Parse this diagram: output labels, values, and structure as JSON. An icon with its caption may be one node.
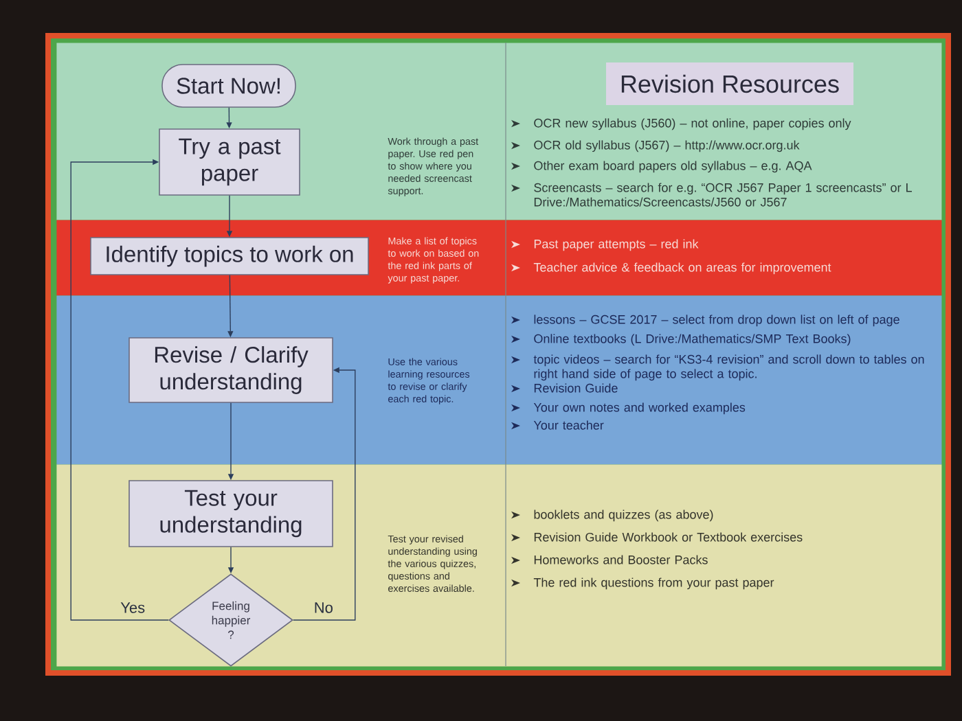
{
  "diagram": {
    "nodes": [
      {
        "text": [
          "Work through a past paper. Use red pen to show where you needed screencast support.",
          "OCR new syllabus (J560) – not online, paper copies only",
          "OCR old syllabus (J567) – http://www.ocr.org.uk",
          "Other exam board papers old syllabus – e.g. AQA",
          "Screencasts – search for e.g. “OCR J567 Paper 1 screencasts” or L Drive:/Mathematics/Screencasts/J560 or J567"
        ]
      },
      {
        "text": [
          "Start Now!"
        ],
        "in": 0
      },
      {
        "text": [
          "Revision Resources"
        ],
        "in": 0
      },
      {
        "text": [
          "Try a past paper"
        ],
        "in": 0
      },
      {
        "text": [
          "Make a list of topics to work on based on the red ink parts of your past paper.",
          "Past paper attempts – red ink",
          "Teacher advice & feedback on areas for improvement"
        ]
      },
      {
        "text": [
          "Identify topics to work on"
        ],
        "in": 4
      },
      {
        "text": [
          "Use the various learning resources to revise or clarify each red topic.",
          "lessons – GCSE 2017 – select from drop down list on left of page",
          "Online textbooks (L Drive:/Mathematics/SMP Text Books)",
          "topic videos – search for “KS3-4 revision” and scroll down to tables on right hand side of page to select a topic.",
          "Revision Guide",
          "Your own notes and worked examples",
          "Your teacher"
        ]
      },
      {
        "text": [
          "Revise / Clarify understanding"
        ],
        "in": 6
      },
      {
        "text": [
          "Test your revised understanding using the various quizzes, questions and exercises available.",
          "booklets and quizzes (as above)",
          "Revision Guide Workbook or Textbook exercises",
          "Homeworks and Booster Packs",
          "The red ink questions from your past paper"
        ]
      },
      {
        "text": [
          "Test your understanding"
        ],
        "in": 8
      },
      {
        "text": [
          "Feeling happier ?"
        ],
        "in": 8
      }
    ],
    "edges": [
      {
        "from": 1,
        "to": 3,
        "arrow": "to"
      },
      {
        "from": 3,
        "to": 5,
        "arrow": "to"
      },
      {
        "from": 5,
        "to": 7,
        "arrow": "to"
      },
      {
        "from": 7,
        "to": 9,
        "arrow": "to"
      },
      {
        "from": 9,
        "to": 10,
        "arrow": "to"
      },
      {
        "from": 10,
        "to": 3,
        "arrow": "to",
        "label": "Yes"
      },
      {
        "from": 10,
        "to": 7,
        "arrow": "to",
        "label": "No"
      }
    ]
  }
}
